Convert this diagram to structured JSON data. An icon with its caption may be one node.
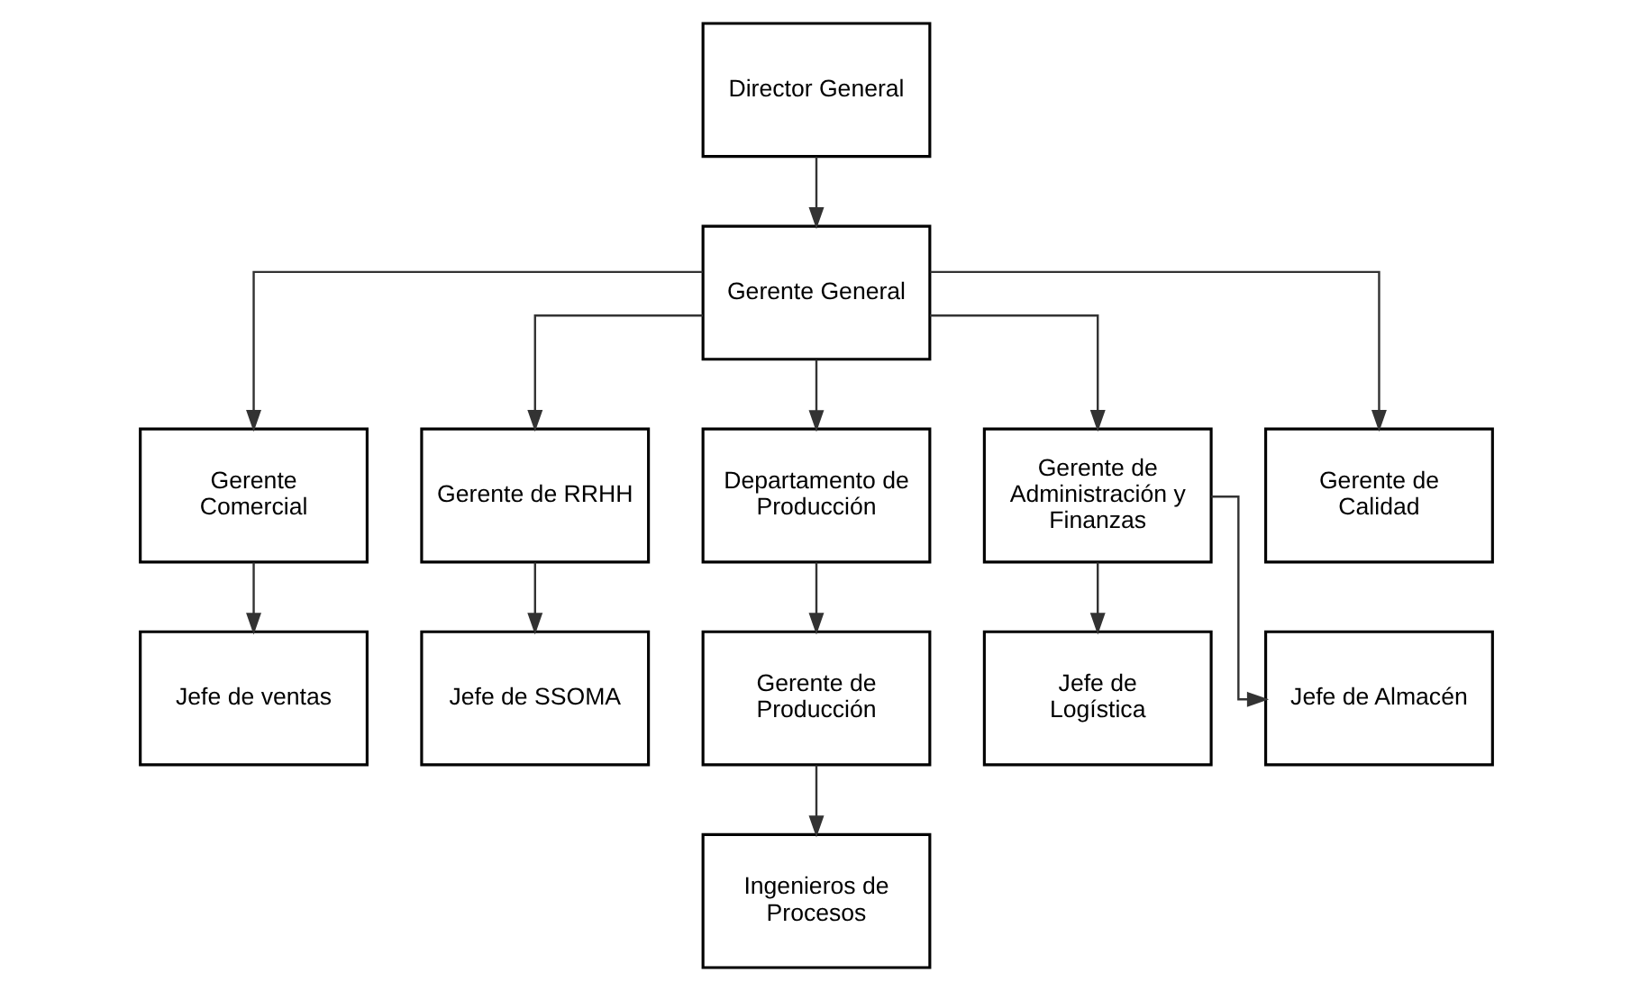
{
  "diagram": {
    "nodes": [
      {
        "text": [
          "Director General"
        ]
      },
      {
        "text": [
          "Gerente General"
        ]
      },
      {
        "text": [
          "Gerente Comercial"
        ]
      },
      {
        "text": [
          "Gerente de RRHH"
        ]
      },
      {
        "text": [
          "Departamento de Producción"
        ]
      },
      {
        "text": [
          "Gerente de Administración y Finanzas"
        ]
      },
      {
        "text": [
          "Gerente de Calidad"
        ]
      },
      {
        "text": [
          "Jefe de ventas"
        ]
      },
      {
        "text": [
          "Jefe de SSOMA"
        ]
      },
      {
        "text": [
          "Gerente de Producción"
        ]
      },
      {
        "text": [
          "Jefe de Logística"
        ]
      },
      {
        "text": [
          "Jefe de Almacén"
        ]
      },
      {
        "text": [
          "Ingenieros de Procesos"
        ]
      }
    ],
    "edges": [
      {
        "from": 0,
        "to": 1,
        "arrow": "to"
      },
      {
        "from": 1,
        "to": 2,
        "arrow": "to"
      },
      {
        "from": 1,
        "to": 3,
        "arrow": "to"
      },
      {
        "from": 1,
        "to": 4,
        "arrow": "to"
      },
      {
        "from": 1,
        "to": 5,
        "arrow": "to"
      },
      {
        "from": 1,
        "to": 6,
        "arrow": "to"
      },
      {
        "from": 2,
        "to": 7,
        "arrow": "to"
      },
      {
        "from": 3,
        "to": 8,
        "arrow": "to"
      },
      {
        "from": 4,
        "to": 9,
        "arrow": "to"
      },
      {
        "from": 5,
        "to": 10,
        "arrow": "to"
      },
      {
        "from": 5,
        "to": 11,
        "arrow": "to"
      },
      {
        "from": 9,
        "to": 12,
        "arrow": "to"
      }
    ]
  }
}
